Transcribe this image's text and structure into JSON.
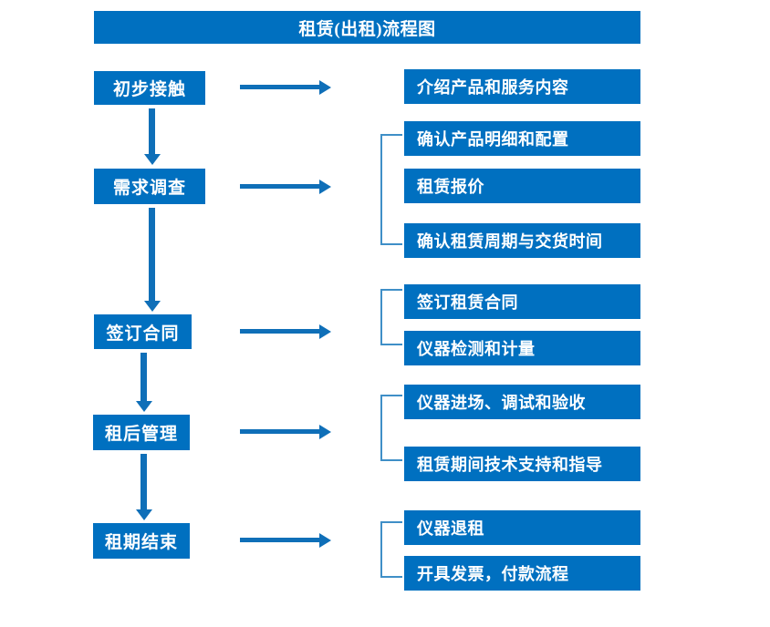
{
  "diagram": {
    "title": "租赁(出租)流程图",
    "accent_color": "#0070c0",
    "arrow_color": "#0f6fb8",
    "bracket_color": "#3f8fc7",
    "text_color": "#ffffff",
    "background_color": "#ffffff"
  },
  "stages": [
    {
      "label": "初步接触"
    },
    {
      "label": "需求调查"
    },
    {
      "label": "签订合同"
    },
    {
      "label": "租后管理"
    },
    {
      "label": "租期结束"
    }
  ],
  "details": [
    {
      "label": "介绍产品和服务内容"
    },
    {
      "label": "确认产品明细和配置"
    },
    {
      "label": "租赁报价"
    },
    {
      "label": "确认租赁周期与交货时间"
    },
    {
      "label": "签订租赁合同"
    },
    {
      "label": "仪器检测和计量"
    },
    {
      "label": "仪器进场、调试和验收"
    },
    {
      "label": "租赁期间技术支持和指导"
    },
    {
      "label": "仪器退租"
    },
    {
      "label": "开具发票，付款流程"
    }
  ]
}
